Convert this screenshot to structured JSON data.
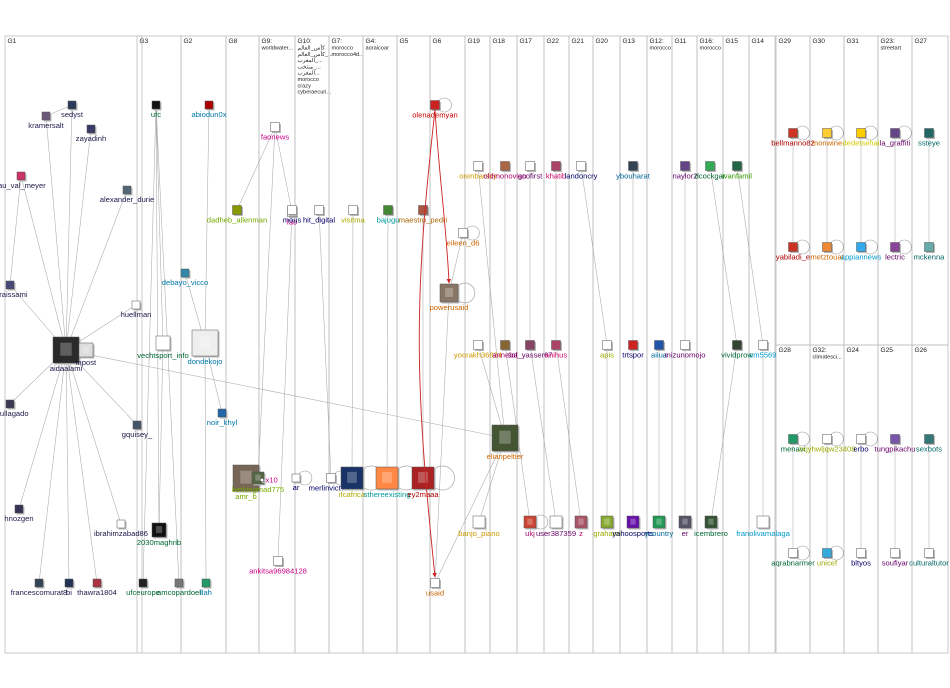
{
  "graph": {
    "groups": [
      {
        "label": "G1",
        "notes": []
      },
      {
        "label": "G3",
        "notes": []
      },
      {
        "label": "G2",
        "notes": []
      },
      {
        "label": "G8",
        "notes": []
      },
      {
        "label": "G9:",
        "notes": [
          "worldwater..."
        ]
      },
      {
        "label": "G10:",
        "notes": [
          "كأس_العالم",
          "كأس_العالم_...",
          "المغرب_...",
          "منتخب_...",
          "المغرب...",
          "morocco",
          "crazy",
          "cyberaecuri..."
        ]
      },
      {
        "label": "G7:",
        "notes": [
          "morocco",
          "morocco4d..."
        ]
      },
      {
        "label": "G4:",
        "notes": [
          "aoraicoar"
        ]
      },
      {
        "label": "G5",
        "notes": []
      },
      {
        "label": "G6",
        "notes": []
      },
      {
        "label": "G19",
        "notes": []
      },
      {
        "label": "G18",
        "notes": []
      },
      {
        "label": "G17",
        "notes": []
      },
      {
        "label": "G22",
        "notes": []
      },
      {
        "label": "G21",
        "notes": []
      },
      {
        "label": "G20",
        "notes": []
      },
      {
        "label": "G13",
        "notes": []
      },
      {
        "label": "G12:",
        "notes": [
          "morocco"
        ]
      },
      {
        "label": "G11",
        "notes": []
      },
      {
        "label": "G16:",
        "notes": [
          "morocco"
        ]
      },
      {
        "label": "G15",
        "notes": []
      },
      {
        "label": "G14",
        "notes": []
      },
      {
        "label": "G29",
        "notes": []
      },
      {
        "label": "G30",
        "notes": []
      },
      {
        "label": "G31",
        "notes": []
      },
      {
        "label": "G23:",
        "notes": [
          "streetart"
        ]
      },
      {
        "label": "G27",
        "notes": []
      },
      {
        "label": "G28",
        "notes": []
      },
      {
        "label": "G32:",
        "notes": [
          "climatesci..."
        ]
      },
      {
        "label": "G24",
        "notes": []
      },
      {
        "label": "G25",
        "notes": []
      },
      {
        "label": "G26",
        "notes": []
      }
    ],
    "nodes": [
      {
        "id": "sedyst",
        "label": "sedyst",
        "color": "#1a1a4a"
      },
      {
        "id": "kramersalt",
        "label": "kramersalt",
        "color": "#1a1a4a"
      },
      {
        "id": "zayadinh",
        "label": "zayadinh",
        "color": "#1a1a4a"
      },
      {
        "id": "lau_val_meyer",
        "label": "lau_val_meyer",
        "color": "#1a1a4a"
      },
      {
        "id": "alexander_durie",
        "label": "alexander_durie",
        "color": "#1a1a4a"
      },
      {
        "id": "erraissami",
        "label": "erraissami",
        "color": "#1a1a4a"
      },
      {
        "id": "huellman",
        "label": "huellman",
        "color": "#1a1a4a"
      },
      {
        "id": "aidaalami",
        "label": "aidaalami",
        "color": "#1a1a4a"
      },
      {
        "id": "inpost",
        "label": "inpost",
        "color": "#1a1a4a"
      },
      {
        "id": "doullagado",
        "label": "doullagado",
        "color": "#1a1a4a"
      },
      {
        "id": "gquisey_",
        "label": "gquisey_",
        "color": "#1a1a4a"
      },
      {
        "id": "hnozgen",
        "label": "hnozgen",
        "color": "#1a1a4a"
      },
      {
        "id": "ibrahimzabad86",
        "label": "ibrahimzabad86",
        "color": "#1a1a4a"
      },
      {
        "id": "francescomurat8",
        "label": "francescomurat8",
        "color": "#1a1a4a"
      },
      {
        "id": "bi",
        "label": "bi",
        "color": "#1a1a4a"
      },
      {
        "id": "thawra1804",
        "label": "thawra1804",
        "color": "#1a1a4a"
      },
      {
        "id": "ufc",
        "label": "ufc",
        "color": "#006633"
      },
      {
        "id": "vechtsport_info",
        "label": "vechtsport_info",
        "color": "#006633"
      },
      {
        "id": "2030maghrib",
        "label": "2030maghrib",
        "color": "#006633"
      },
      {
        "id": "ufceurope",
        "label": "ufceurope",
        "color": "#006633"
      },
      {
        "id": "amcopardoel",
        "label": "amcopardoel",
        "color": "#006633"
      },
      {
        "id": "abiodun0x",
        "label": "abiodun0x",
        "color": "#0077aa"
      },
      {
        "id": "debayo_vicco",
        "label": "debayo_vicco",
        "color": "#0077aa"
      },
      {
        "id": "dondekojo",
        "label": "dondekojo",
        "color": "#0077aa"
      },
      {
        "id": "noir_khyl",
        "label": "noir_khyl",
        "color": "#0077aa"
      },
      {
        "id": "llah",
        "label": "llah",
        "color": "#0077aa"
      },
      {
        "id": "dadheb_allenman",
        "label": "dadheb_allenman",
        "color": "#77aa00"
      },
      {
        "id": "amr_b",
        "label": "amr_b",
        "color": "#77aa00"
      },
      {
        "id": "barkingmad775",
        "label": "barkingmad775",
        "color": "#77aa00"
      },
      {
        "id": "faonews",
        "label": "faonews",
        "color": "#cc0088"
      },
      {
        "id": "fao",
        "label": "fao",
        "color": "#cc0088"
      },
      {
        "id": "ankitsa96984128",
        "label": "ankitsa96984128",
        "color": "#cc0088"
      },
      {
        "id": "mous",
        "label": "mous",
        "color": "#000066"
      },
      {
        "id": "hit_digital",
        "label": "hit_digital",
        "color": "#000066"
      },
      {
        "id": "ar",
        "label": "ar",
        "color": "#000066"
      },
      {
        "id": "merlinvict758",
        "label": "merlinvict758",
        "color": "#000066"
      },
      {
        "id": "x10",
        "label": "x10",
        "color": "#cc0088"
      },
      {
        "id": "visitma",
        "label": "visitma",
        "color": "#aaaa00"
      },
      {
        "id": "ifcafrica",
        "label": "ifcafrica",
        "color": "#aaaa00"
      },
      {
        "id": "bajugu",
        "label": "bajugu",
        "color": "#009999"
      },
      {
        "id": "maestro_pedri",
        "label": "maestro_pedri",
        "color": "#aa6600"
      },
      {
        "id": "sthereexisting",
        "label": "sthereexisting",
        "color": "#009999"
      },
      {
        "id": "ey2maaa",
        "label": "ey2maaa",
        "color": "#aa0000"
      },
      {
        "id": "olenademyan",
        "label": "olenademyan",
        "color": "#cc0000"
      },
      {
        "id": "eileen_d6",
        "label": "eileen_d6",
        "color": "#cc6600"
      },
      {
        "id": "powerusaid",
        "label": "powerusaid",
        "color": "#cc6600"
      },
      {
        "id": "elianpeltier",
        "label": "elianpeltier",
        "color": "#cc6600"
      },
      {
        "id": "usaid",
        "label": "usaid",
        "color": "#cc6600"
      },
      {
        "id": "orenbarsky",
        "label": "orenbarsky",
        "color": "#cc9900"
      },
      {
        "id": "oldmonovian",
        "label": "oldmonovian",
        "color": "#aa0066"
      },
      {
        "id": "gcofirst",
        "label": "gcofirst",
        "color": "#660066"
      },
      {
        "id": "khatib",
        "label": "khatib",
        "color": "#cc0066"
      },
      {
        "id": "landoncry",
        "label": "landoncry",
        "color": "#000066"
      },
      {
        "id": "ybouharat",
        "label": "ybouharat",
        "color": "#006699"
      },
      {
        "id": "naylor2",
        "label": "naylor2",
        "color": "#660066"
      },
      {
        "id": "dcockgar",
        "label": "dcockgar",
        "color": "#006633"
      },
      {
        "id": "ivanfamil",
        "label": "ivanfamil",
        "color": "#339900"
      },
      {
        "id": "yoorakh36824",
        "label": "yoorakh36824",
        "color": "#cc9900"
      },
      {
        "id": "anneba",
        "label": "anneba",
        "color": "#aa0066"
      },
      {
        "id": "sof_yasser67",
        "label": "sof_yasser67",
        "color": "#660066"
      },
      {
        "id": "anihus",
        "label": "anihus",
        "color": "#cc0066"
      },
      {
        "id": "apis",
        "label": "apis",
        "color": "#99aa00"
      },
      {
        "id": "trtspor",
        "label": "trtspor",
        "color": "#000066"
      },
      {
        "id": "aiiua",
        "label": "aiiua",
        "color": "#006699"
      },
      {
        "id": "mizunomojo",
        "label": "mizunomojo",
        "color": "#660066"
      },
      {
        "id": "vividprow",
        "label": "vividprow",
        "color": "#006633"
      },
      {
        "id": "cm5569",
        "label": "cm5569",
        "color": "#0099cc"
      },
      {
        "id": "banjo_piano",
        "label": "banjo_piano",
        "color": "#cc9900"
      },
      {
        "id": "ukj",
        "label": "ukj",
        "color": "#aa0066"
      },
      {
        "id": "user387359",
        "label": "user387359",
        "color": "#660066"
      },
      {
        "id": "z",
        "label": "z",
        "color": "#cc0066"
      },
      {
        "id": "grahami",
        "label": "grahami",
        "color": "#99aa00"
      },
      {
        "id": "yahoosports",
        "label": "yahoosports",
        "color": "#000066"
      },
      {
        "id": "ycountry",
        "label": "ycountry",
        "color": "#006699"
      },
      {
        "id": "er",
        "label": "er",
        "color": "#660066"
      },
      {
        "id": "icembrero",
        "label": "icembrero",
        "color": "#006633"
      },
      {
        "id": "franolivamalaga",
        "label": "franolivamalaga",
        "color": "#0099cc"
      },
      {
        "id": "bellmanno82",
        "label": "bellmanno82",
        "color": "#aa0000"
      },
      {
        "id": "monwine",
        "label": "monwine",
        "color": "#cc6600"
      },
      {
        "id": "dedetsehai",
        "label": "dedetsehai",
        "color": "#cccc00"
      },
      {
        "id": "la_graffiti",
        "label": "la_graffiti",
        "color": "#660066"
      },
      {
        "id": "ssteye",
        "label": "ssteye",
        "color": "#006666"
      },
      {
        "id": "yabiladi_e",
        "label": "yabiladi_e",
        "color": "#aa0000"
      },
      {
        "id": "metztouat",
        "label": "metztouat",
        "color": "#cc6600"
      },
      {
        "id": "appiannews",
        "label": "appiannews",
        "color": "#0099cc"
      },
      {
        "id": "lectric",
        "label": "lectric",
        "color": "#660066"
      },
      {
        "id": "mckenna",
        "label": "mckenna",
        "color": "#006666"
      },
      {
        "id": "menavi",
        "label": "menavi",
        "color": "#006633"
      },
      {
        "id": "zxjyhwljqw23408",
        "label": "zxjyhwljqw23408",
        "color": "#99aa00"
      },
      {
        "id": "erbo",
        "label": "erbo",
        "color": "#000066"
      },
      {
        "id": "tungpikachu",
        "label": "tungpikachu",
        "color": "#660066"
      },
      {
        "id": "sexbots",
        "label": "sexbots",
        "color": "#006666"
      },
      {
        "id": "aqrabnarmer",
        "label": "aqrabnarmer",
        "color": "#006633"
      },
      {
        "id": "unicef",
        "label": "unicef",
        "color": "#99aa00"
      },
      {
        "id": "bltyos",
        "label": "bltyos",
        "color": "#000066"
      },
      {
        "id": "soufiyar",
        "label": "soufiyar",
        "color": "#660066"
      },
      {
        "id": "culturaltutor",
        "label": "culturaltutor",
        "color": "#006666"
      }
    ]
  }
}
